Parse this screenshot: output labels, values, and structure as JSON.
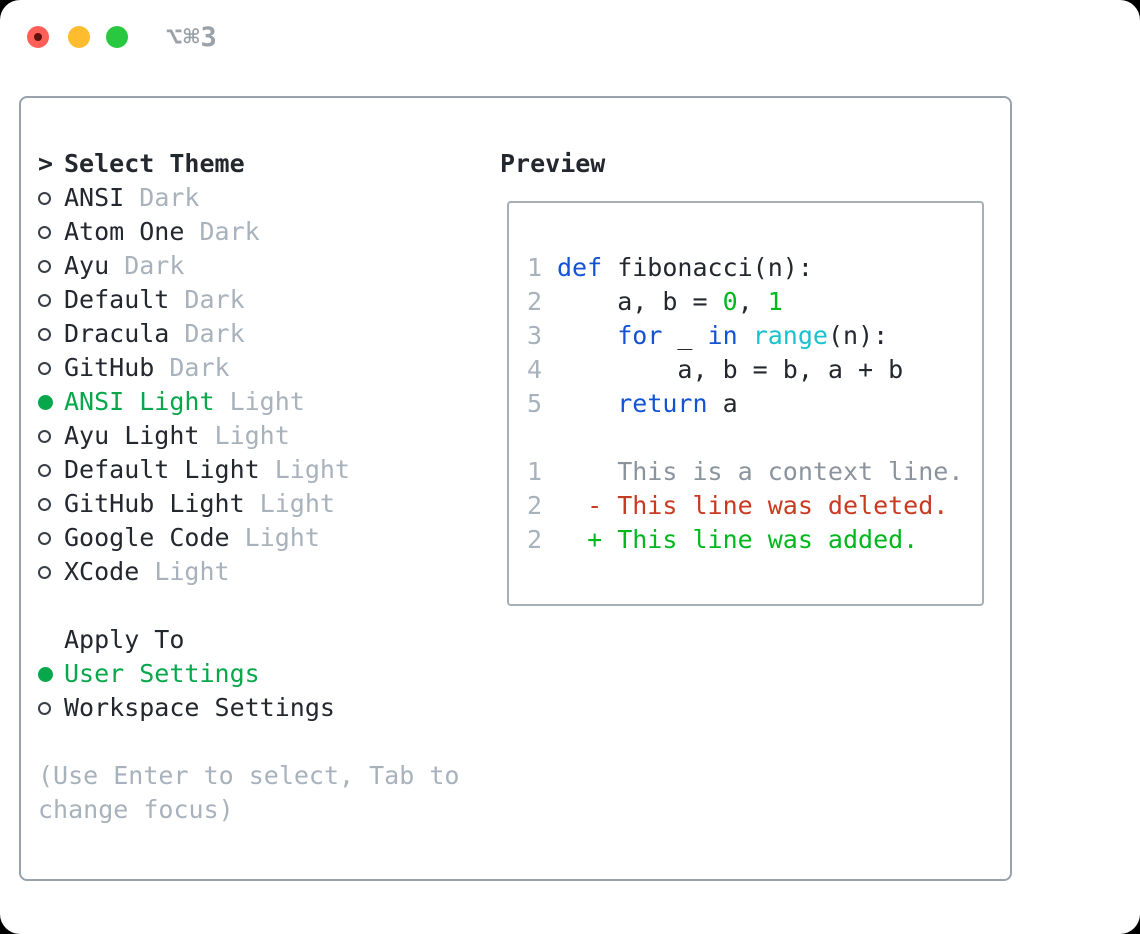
{
  "window": {
    "title": "⌥⌘3",
    "traffic_lights": [
      "close",
      "minimize",
      "zoom"
    ]
  },
  "theme_list": {
    "header_prefix": ">",
    "header": "Select Theme",
    "items": [
      {
        "name": "ANSI",
        "variant": "Dark",
        "selected": false
      },
      {
        "name": "Atom One",
        "variant": "Dark",
        "selected": false
      },
      {
        "name": "Ayu",
        "variant": "Dark",
        "selected": false
      },
      {
        "name": "Default",
        "variant": "Dark",
        "selected": false
      },
      {
        "name": "Dracula",
        "variant": "Dark",
        "selected": false
      },
      {
        "name": "GitHub",
        "variant": "Dark",
        "selected": false
      },
      {
        "name": "ANSI Light",
        "variant": "Light",
        "selected": true
      },
      {
        "name": "Ayu Light",
        "variant": "Light",
        "selected": false
      },
      {
        "name": "Default Light",
        "variant": "Light",
        "selected": false
      },
      {
        "name": "GitHub Light",
        "variant": "Light",
        "selected": false
      },
      {
        "name": "Google Code",
        "variant": "Light",
        "selected": false
      },
      {
        "name": "XCode",
        "variant": "Light",
        "selected": false
      }
    ]
  },
  "apply_to": {
    "header": "Apply To",
    "options": [
      {
        "label": "User Settings",
        "selected": true
      },
      {
        "label": "Workspace Settings",
        "selected": false
      }
    ]
  },
  "help": {
    "line1": "(Use Enter to select, Tab to",
    "line2": "change focus)"
  },
  "preview": {
    "header": "Preview",
    "code_lines": [
      {
        "number": "1",
        "tokens": [
          [
            "def",
            "keyword"
          ],
          [
            " fibonacci(n):",
            "plain"
          ]
        ]
      },
      {
        "number": "2",
        "tokens": [
          [
            "    a, b = ",
            "plain"
          ],
          [
            "0",
            "number"
          ],
          [
            ", ",
            "plain"
          ],
          [
            "1",
            "number"
          ]
        ]
      },
      {
        "number": "3",
        "tokens": [
          [
            "    ",
            "plain"
          ],
          [
            "for",
            "keyword"
          ],
          [
            " _ ",
            "plain"
          ],
          [
            "in",
            "keyword"
          ],
          [
            " ",
            "plain"
          ],
          [
            "range",
            "builtin"
          ],
          [
            "(n):",
            "plain"
          ]
        ]
      },
      {
        "number": "4",
        "tokens": [
          [
            "        a, b = b, a + b",
            "plain"
          ]
        ]
      },
      {
        "number": "5",
        "tokens": [
          [
            "    ",
            "plain"
          ],
          [
            "return",
            "keyword"
          ],
          [
            " a",
            "plain"
          ]
        ]
      }
    ],
    "diff_lines": [
      {
        "number": "1",
        "tokens": [
          [
            "    This is a context line.",
            "context"
          ]
        ]
      },
      {
        "number": "2",
        "tokens": [
          [
            "  - This line was deleted.",
            "deleted"
          ]
        ]
      },
      {
        "number": "2",
        "tokens": [
          [
            "  + This line was added.",
            "added"
          ]
        ]
      }
    ]
  },
  "colors": {
    "selected_green": "#09a74c",
    "keyword_blue": "#1553d6",
    "builtin_cyan": "#19c2cd",
    "number_green": "#00b81e",
    "added_green": "#00b81e",
    "deleted_red": "#c93a21",
    "context_gray": "#8b949c",
    "muted_gray": "#a8b2bc",
    "text_dark": "#23272e",
    "frame_border": "#98a2ac",
    "traffic_red": "#ff5f57",
    "traffic_yellow": "#febc2e",
    "traffic_green": "#28c840"
  }
}
